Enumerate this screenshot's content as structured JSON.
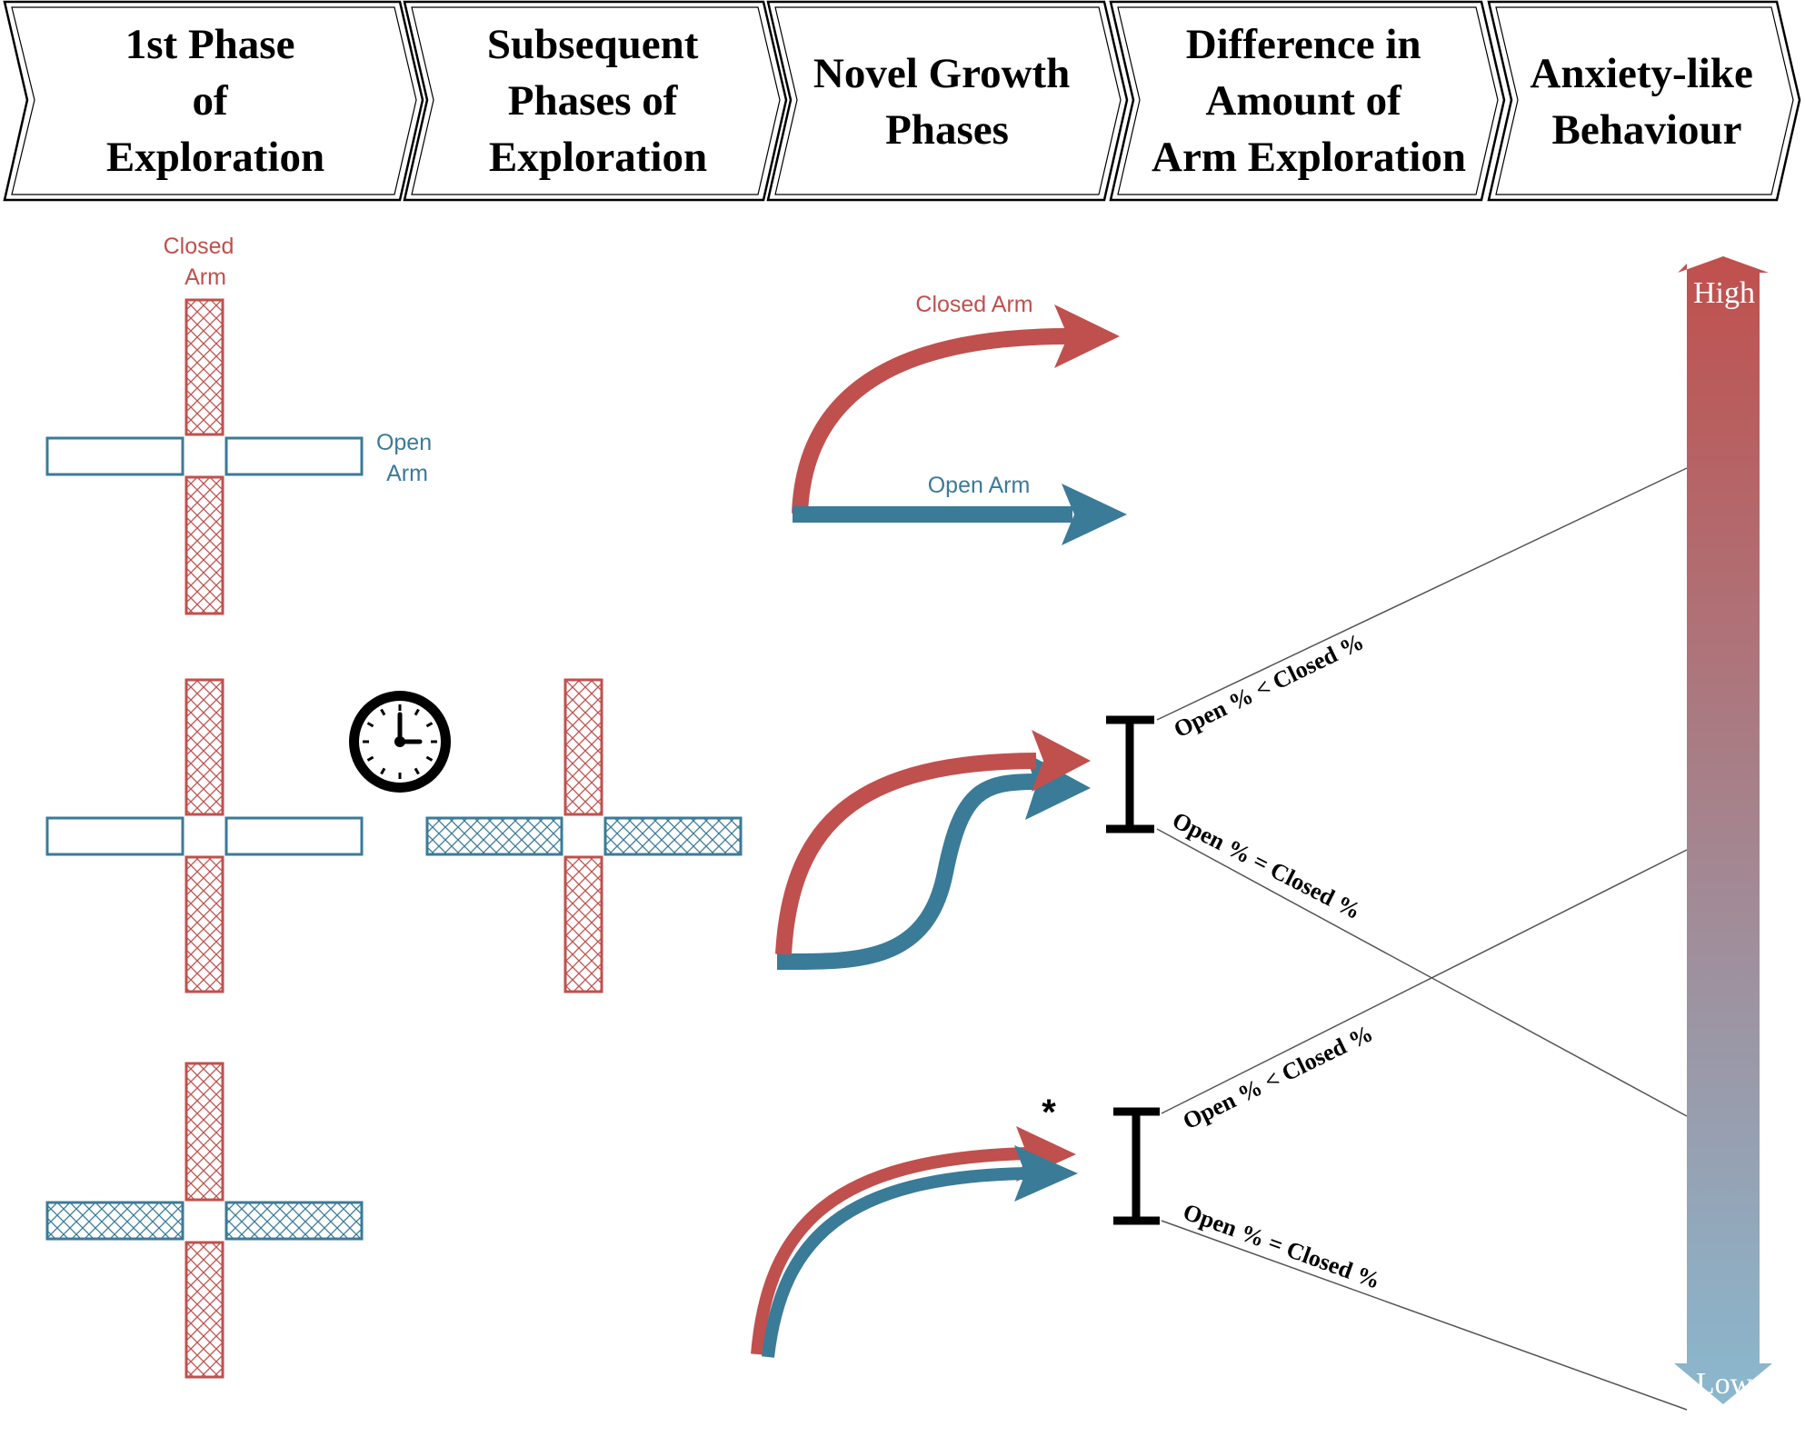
{
  "headers": [
    {
      "lines": [
        "1st Phase",
        "of",
        "Exploration"
      ]
    },
    {
      "lines": [
        "Subsequent",
        "Phases of",
        "Exploration"
      ]
    },
    {
      "lines": [
        "Novel Growth",
        "Phases"
      ]
    },
    {
      "lines": [
        "Difference in",
        "Amount of",
        "Arm Exploration"
      ]
    },
    {
      "lines": [
        "Anxiety-like",
        "Behaviour"
      ]
    }
  ],
  "maze_labels": {
    "closed_line1": "Closed",
    "closed_line2": "Arm",
    "open_line1": "Open",
    "open_line2": "Arm"
  },
  "growth_labels": {
    "closed_arm": "Closed Arm",
    "open_arm": "Open Arm"
  },
  "comparison_labels": {
    "row2_lt": "Open % < Closed %",
    "row2_eq": "Open % = Closed %",
    "row3_lt": "Open % < Closed %",
    "row3_eq": "Open % = Closed %",
    "significance": "*"
  },
  "scale_labels": {
    "high": "High",
    "low": "Low"
  },
  "colors": {
    "closed": "#c0504d",
    "open": "#3a7b98",
    "gradient_top": "#c0504d",
    "gradient_bottom": "#8ab8cf",
    "icon": "clock-icon"
  }
}
